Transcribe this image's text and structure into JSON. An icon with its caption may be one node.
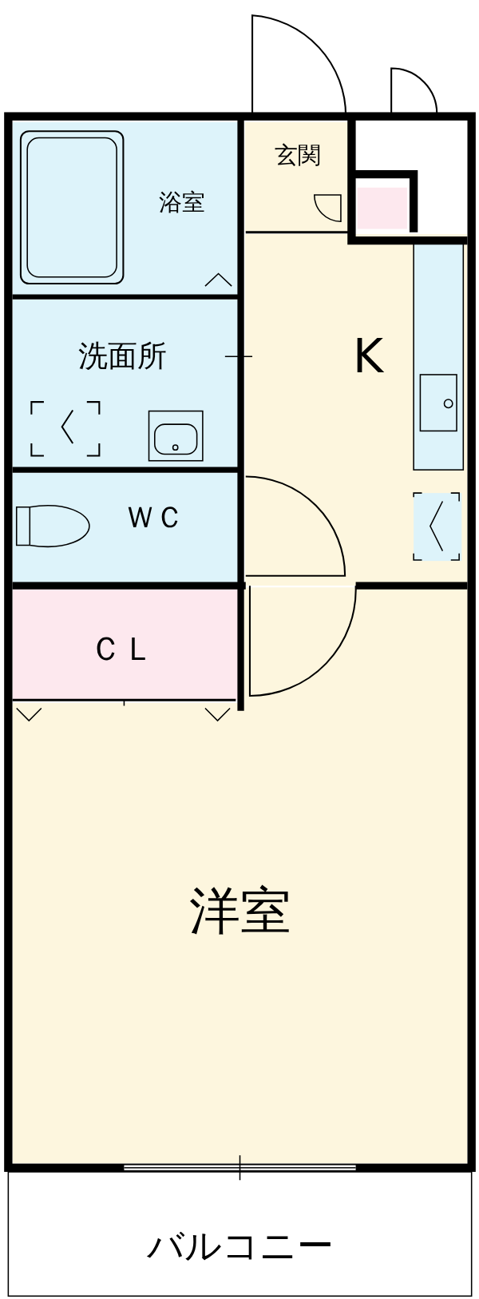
{
  "diagram": {
    "nodes": [
      {
        "text": [
          "洋室"
        ]
      },
      {
        "text": [
          "浴室"
        ]
      },
      {
        "text": [
          "玄関"
        ]
      },
      {
        "text": [
          "K"
        ]
      },
      {
        "text": [
          "洗面所"
        ]
      },
      {
        "text": [
          "ＷＣ"
        ]
      },
      {
        "text": [
          "ＣＬ"
        ]
      },
      {
        "text": [
          "バルコニー"
        ]
      }
    ]
  }
}
